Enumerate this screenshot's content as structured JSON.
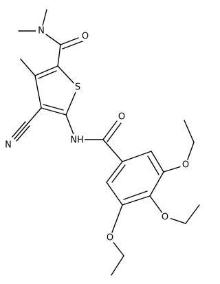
{
  "atom_labels": {
    "n_amide": "N",
    "o_amide": "O",
    "s_ring": "S",
    "n_nitrile": "N",
    "nh": "NH",
    "o_benzamide": "O",
    "o_ethoxy_3": "O",
    "o_ethoxy_4": "O",
    "o_ethoxy_5": "O"
  }
}
